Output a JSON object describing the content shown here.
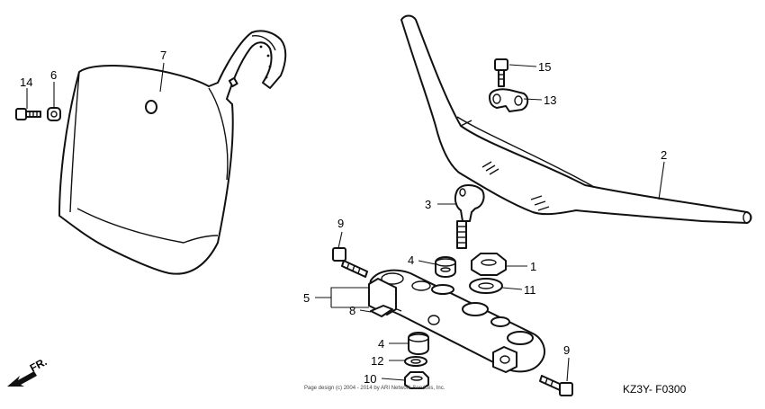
{
  "callouts": [
    {
      "id": "callout-1",
      "label": "1"
    },
    {
      "id": "callout-2",
      "label": "2"
    },
    {
      "id": "callout-3",
      "label": "3"
    },
    {
      "id": "callout-4a",
      "label": "4"
    },
    {
      "id": "callout-4b",
      "label": "4"
    },
    {
      "id": "callout-5",
      "label": "5"
    },
    {
      "id": "callout-6",
      "label": "6"
    },
    {
      "id": "callout-7",
      "label": "7"
    },
    {
      "id": "callout-8",
      "label": "8"
    },
    {
      "id": "callout-9a",
      "label": "9"
    },
    {
      "id": "callout-9b",
      "label": "9"
    },
    {
      "id": "callout-10",
      "label": "10"
    },
    {
      "id": "callout-11",
      "label": "11"
    },
    {
      "id": "callout-12",
      "label": "12"
    },
    {
      "id": "callout-13",
      "label": "13"
    },
    {
      "id": "callout-14",
      "label": "14"
    },
    {
      "id": "callout-15",
      "label": "15"
    }
  ],
  "diagram_code": "KZ3Y- F0300",
  "copyright": "Page design (c) 2004 - 2014 by ARI Network Services, Inc.",
  "direction_label": "FR."
}
